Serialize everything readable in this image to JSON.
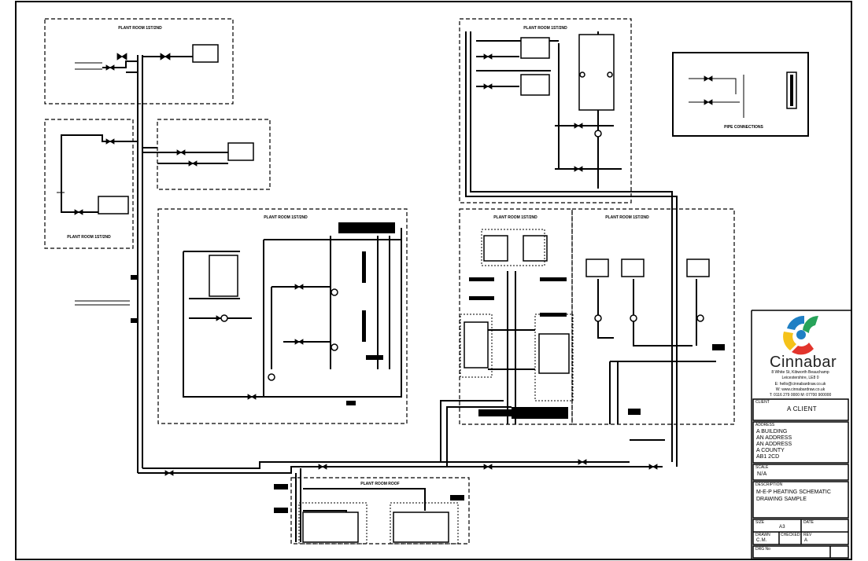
{
  "drawing": {
    "rooms": {
      "first_left": "PLANT ROOM 1ST/2ND",
      "first_right": "PLANT ROOM 1ST/2ND",
      "basement": "PLANT ROOM 1ST/2ND",
      "ground_left": "PLANT ROOM 1ST/2ND",
      "ground_center": "PLANT ROOM 1ST/2ND",
      "ground_right": "PLANT ROOM 1ST/2ND",
      "roof": "PLANT ROOM ROOF"
    },
    "inset_label": "PIPE CONNECTIONS"
  },
  "logo": {
    "name": "Cinnabar",
    "address_lines": [
      "8 White St, Kibworth Beauchamp",
      "Leicestershire, LE8 0",
      "E: hello@cinnabardraw.co.uk",
      "W: www.cinnabardraw.co.uk",
      "T: 0116 279 0000  M: 07700 900000"
    ]
  },
  "title_block": {
    "client_label": "CLIENT",
    "client_value": "A CLIENT",
    "address_label": "ADDRESS",
    "address_lines": [
      "A BUILDING",
      "AN ADDRESS",
      "AN ADDRESS",
      "A COUNTY",
      "AB1 2CD"
    ],
    "scale_label": "SCALE",
    "scale_value": "N/A",
    "desc_label": "DESCRIPTION",
    "desc_lines": [
      "M-E-P HEATING SCHEMATIC",
      "DRAWING SAMPLE"
    ],
    "size_label": "SIZE",
    "size_value": "A3",
    "date_label": "DATE",
    "drawn_label": "DRAWN",
    "drawn_value": "C.M.",
    "checked_label": "CHECKED",
    "rev_label": "REV",
    "rev_value": "A",
    "drg_label": "DRG No"
  },
  "colors": {
    "line": "#000000",
    "logo_red": "#e2342c",
    "logo_yellow": "#f5c21a",
    "logo_blue": "#1f7fc4",
    "logo_green": "#27a35a"
  }
}
